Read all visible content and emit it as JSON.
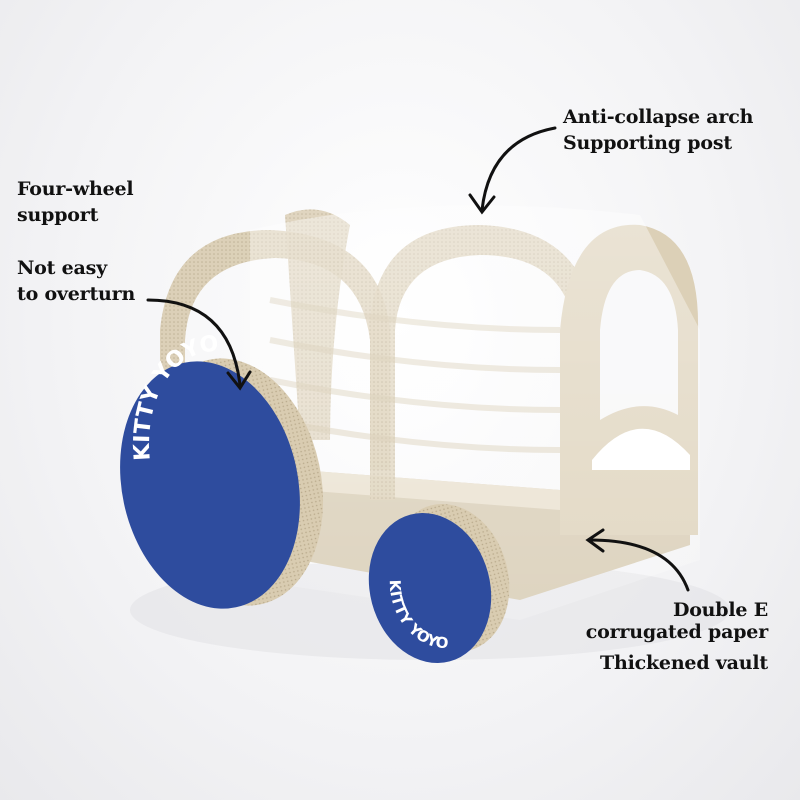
{
  "annotations": {
    "arch": {
      "line1": "Anti-collapse arch",
      "line2": "Supporting post"
    },
    "wheels": {
      "line1": "Four-wheel",
      "line2": "support"
    },
    "stability": {
      "line1": "Not easy",
      "line2": "to overturn"
    },
    "material": {
      "line1": "Double E",
      "line2": "corrugated paper",
      "line3": "Thickened vault"
    }
  },
  "brand": {
    "wheel_logo": "KITTY YOYO"
  },
  "colors": {
    "wheel_blue": "#2e4c9e",
    "cardboard": "#d8ccb3",
    "text": "#111111"
  }
}
